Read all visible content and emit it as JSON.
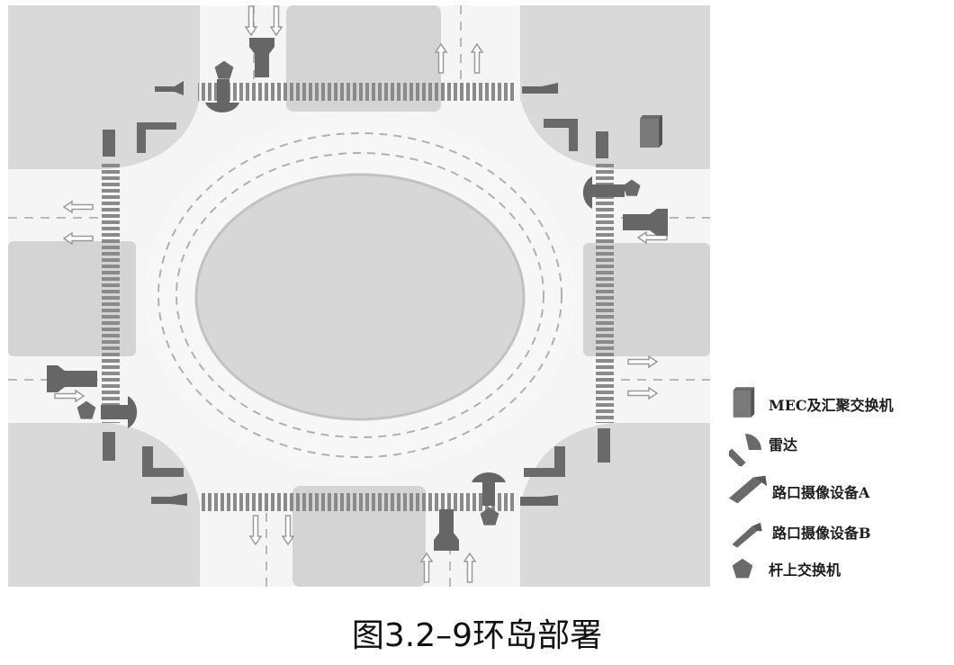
{
  "caption": "图3.2–9环岛部署",
  "legend": {
    "items": [
      {
        "key": "mec",
        "label": "MEC及汇聚交换机",
        "icon": "cabinet-icon"
      },
      {
        "key": "radar",
        "label": "雷达",
        "icon": "radar-icon"
      },
      {
        "key": "camera_a",
        "label": "路口摄像设备A",
        "icon": "camera-a-icon"
      },
      {
        "key": "camera_b",
        "label": "路口摄像设备B",
        "icon": "camera-b-icon"
      },
      {
        "key": "pole_switch",
        "label": "杆上交换机",
        "icon": "pentagon-icon"
      }
    ]
  },
  "colors": {
    "block": "#d9d9d9",
    "road": "#f4f4f4",
    "median": "#cfcfcf",
    "device": "#6f6f6f",
    "device_dark": "#595959",
    "arrow": "#9a9a9a"
  }
}
